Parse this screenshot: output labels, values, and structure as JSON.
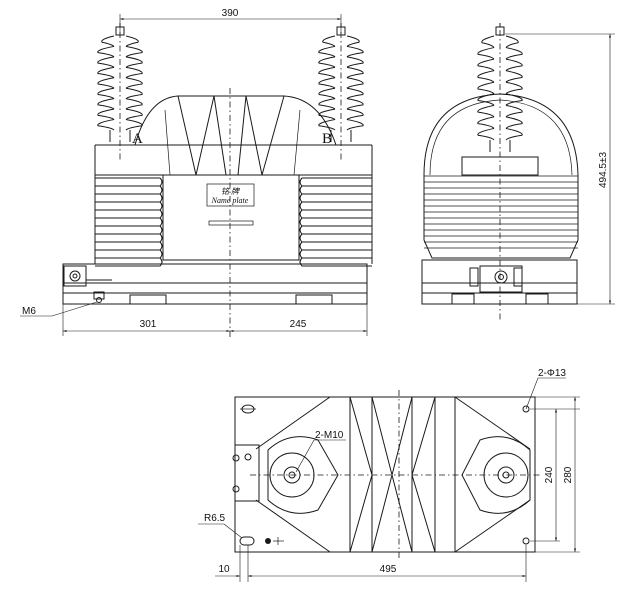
{
  "front_view": {
    "top_width_dim": "390",
    "left_dim": "301",
    "right_dim": "245",
    "terminal_a": "A",
    "terminal_b": "B",
    "nameplate_cn": "铭 牌",
    "nameplate_en": "Name plate",
    "bolt_label": "M6"
  },
  "side_view": {
    "height_dim": "494.5±3"
  },
  "plan_view": {
    "hole_label": "2-Φ13",
    "thread_label": "2-M10",
    "inner_height_dim": "240",
    "outer_height_dim": "280",
    "radius_label": "R6.5",
    "offset_dim": "10",
    "length_dim": "495"
  }
}
